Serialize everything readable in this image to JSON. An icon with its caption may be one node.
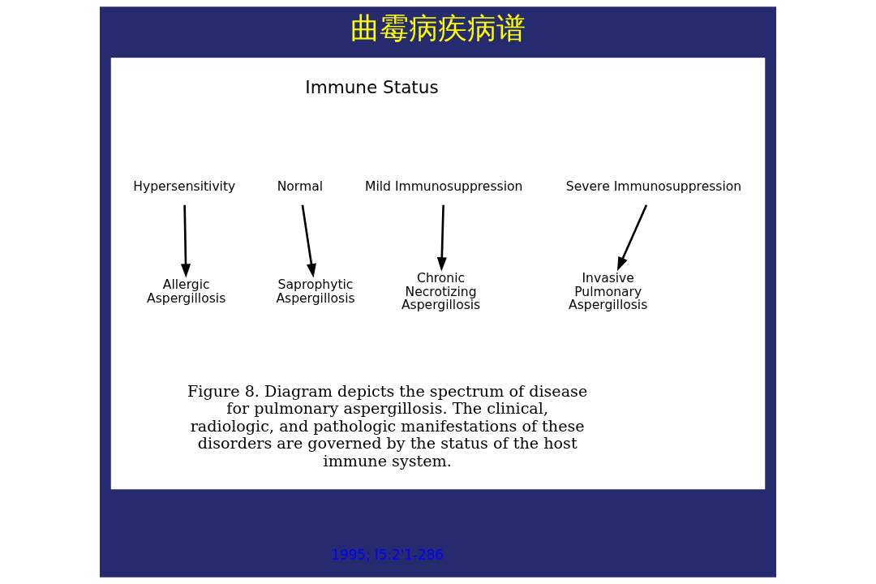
{
  "diagram": {
    "title": "曲霉病疾病谱",
    "caption": "Figure 8. Diagram depicts the spectrum of disease for pulmonary aspergillosis. The clinical, radiologic, and pathologic manifestations of these disorders are governed by the status of the host immune system.",
    "nodes": [
      {
        "text": [],
        "shape": "box"
      },
      {
        "text": [
          "Hypersensitivity"
        ],
        "in": 0
      },
      {
        "text": [
          "Normal"
        ],
        "in": 0
      },
      {
        "text": [
          "Mild Immunosuppression"
        ],
        "in": 0
      },
      {
        "text": [
          "Severe Immunosuppression"
        ],
        "in": 0
      },
      {
        "text": [
          "Allergic Aspergillosis"
        ],
        "in": 0
      },
      {
        "text": [
          "Saprophytic Aspergillosis"
        ],
        "in": 0
      },
      {
        "text": [
          "Chronic Necrotizing Aspergillosis"
        ],
        "in": 0
      },
      {
        "text": [
          "Invasive Pulmonary Aspergillosis"
        ],
        "in": 0
      }
    ],
    "edges": [
      {
        "from": 1,
        "to": 5,
        "arrow": "to"
      },
      {
        "from": 2,
        "to": 6,
        "arrow": "to"
      },
      {
        "from": 3,
        "to": 7,
        "arrow": "to"
      },
      {
        "from": 4,
        "to": 8,
        "arrow": "to"
      }
    ],
    "labels": [
      "Immune Status",
      "1995; l5:2'1-286"
    ]
  }
}
